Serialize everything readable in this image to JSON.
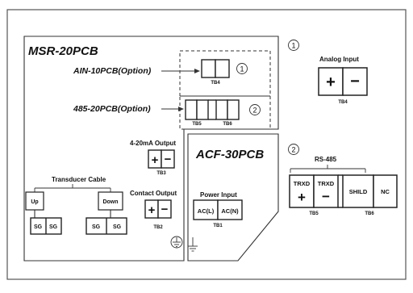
{
  "main_board": {
    "title": "MSR-20PCB",
    "ain_option_label": "AIN-10PCB(Option)",
    "rs485_option_label": "485-20PCB(Option)",
    "tb4_label": "TB4",
    "tb5_label": "TB5",
    "tb6_label": "TB6",
    "callout_1": "①",
    "callout_2": "②",
    "output_4_20_title": "4-20mA Output",
    "tb3_label": "TB3",
    "contact_output_title": "Contact Output",
    "tb2_label": "TB2",
    "transducer_title": "Transducer Cable",
    "up_label": "Up",
    "down_label": "Down",
    "sg_label": "SG",
    "plus": "+",
    "minus": "−",
    "ground_symbol": "⏚"
  },
  "power_board": {
    "title": "ACF-30PCB",
    "power_input_title": "Power Input",
    "acl_label": "AC(L)",
    "acn_label": "AC(N)",
    "tb1_label": "TB1"
  },
  "analog_input_detail": {
    "callout": "①",
    "title": "Analog Input",
    "plus": "+",
    "minus": "−",
    "tb4_label": "TB4"
  },
  "rs485_detail": {
    "callout": "②",
    "title": "RS-485",
    "trxd_plus_label": "TRXD",
    "trxd_plus_sign": "+",
    "trxd_minus_label": "TRXD",
    "trxd_minus_sign": "−",
    "shild_label": "SHILD",
    "nc_label": "NC",
    "tb5_label": "TB5",
    "tb6_label": "TB6"
  }
}
